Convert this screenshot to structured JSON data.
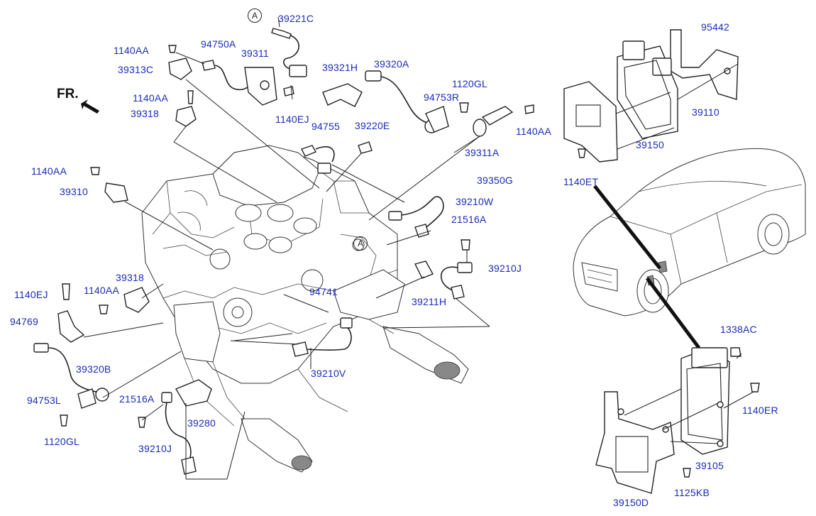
{
  "direction": {
    "text": "FR."
  },
  "view_markers": [
    "A",
    "A"
  ],
  "labels": {
    "p39221C": "39221C",
    "p1140AA_a": "1140AA",
    "p94750A": "94750A",
    "p39311": "39311",
    "p39313C": "39313C",
    "p1140AA_b": "1140AA",
    "p39318_a": "39318",
    "p1140EJ_a": "1140EJ",
    "p39321H": "39321H",
    "p39320A": "39320A",
    "p1120GL_a": "1120GL",
    "p94753R": "94753R",
    "p94755": "94755",
    "p39220E": "39220E",
    "p39311A": "39311A",
    "p1140AA_c": "1140AA",
    "p39350G": "39350G",
    "p95442": "95442",
    "p39110": "39110",
    "p39150": "39150",
    "p1140ET": "1140ET",
    "p1140AA_d": "1140AA",
    "p39310": "39310",
    "p39210W": "39210W",
    "p21516A_a": "21516A",
    "p39210J_a": "39210J",
    "p39211H": "39211H",
    "p94741": "94741",
    "p39318_b": "39318",
    "p1140EJ_b": "1140EJ",
    "p1140AA_e": "1140AA",
    "p94769": "94769",
    "p39320B": "39320B",
    "p94753L": "94753L",
    "p1120GL_b": "1120GL",
    "p21516A_b": "21516A",
    "p39280": "39280",
    "p39210J_b": "39210J",
    "p39210V": "39210V",
    "p1338AC": "1338AC",
    "p1140ER": "1140ER",
    "p39105": "39105",
    "p39150D": "39150D",
    "p1125KB": "1125KB"
  }
}
